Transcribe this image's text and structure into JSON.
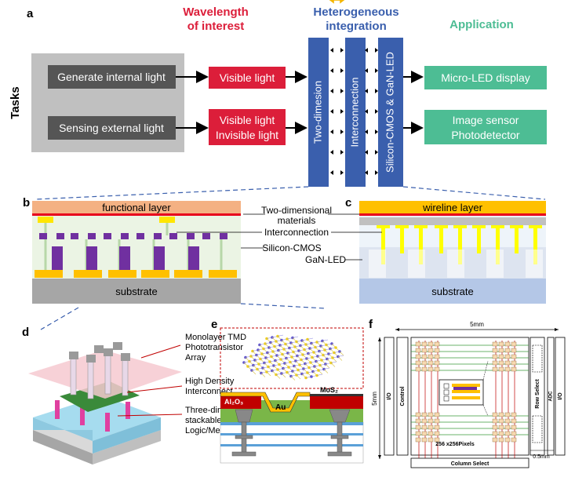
{
  "panel_a": {
    "letter": "a",
    "col_wavelength": "Wavelength of interest",
    "col_wavelength_l1": "Wavelength",
    "col_wavelength_l2": "of interest",
    "col_integration_l1": "Heterogeneous",
    "col_integration_l2": "integration",
    "col_application": "Application",
    "tasks_label": "Tasks",
    "task1": "Generate internal light",
    "task2": "Sensing external light",
    "wave1": "Visible light",
    "wave2_l1": "Visible light",
    "wave2_l2": "Invisible light",
    "bar1": "Two-dimesion",
    "bar2": "Interconnection",
    "bar3": "Silicon-CMOS & GaN-LED",
    "app1": "Micro-LED display",
    "app2_l1": "Image sensor",
    "app2_l2": "Photodetector"
  },
  "panel_b": {
    "letter": "b",
    "top_layer": "functional layer",
    "substrate": "substrate"
  },
  "panel_c": {
    "letter": "c",
    "top_layer": "wireline layer",
    "substrate": "substrate"
  },
  "middle_labels": {
    "two_dim_l1": "Two-dimensional",
    "two_dim_l2": "materials",
    "interconnection": "Interconnection",
    "silicon_cmos": "Silicon-CMOS",
    "gan_led": "GaN-LED"
  },
  "panel_d": {
    "letter": "d",
    "label1_l1": "Monolayer TMD",
    "label1_l2": "Phototransistor",
    "label1_l3": "Array",
    "label2_l1": "High Density",
    "label2_l2": "Interconnect",
    "label3_l1": "Three-dimension",
    "label3_l2": "stackable",
    "label3_l3": "Logic/Memory"
  },
  "panel_e": {
    "letter": "e",
    "al2o3": "Al₂O₃",
    "au": "Au",
    "mos2": "MoS₂"
  },
  "panel_f": {
    "letter": "f",
    "width_label": "5mm",
    "height_label": "5mm",
    "io_left": "I/O",
    "control": "Control",
    "row_select": "Row Select",
    "adc": "ADC",
    "io_right": "I/O",
    "pixels": "256  x256Pixels",
    "column_select": "Column Select",
    "scale": "0.5mm"
  },
  "colors": {
    "red_box": "#dc1e3a",
    "blue_bar": "#3a5fad",
    "green_box": "#4dbd94",
    "gray_panel": "#c0c0c0",
    "dark_box": "#555555",
    "orange_layer": "#f4b183",
    "yellow_layer": "#ffc000",
    "substrate_gray": "#a6a6a6",
    "substrate_blue": "#b4c7e7",
    "purple": "#7030a0"
  }
}
